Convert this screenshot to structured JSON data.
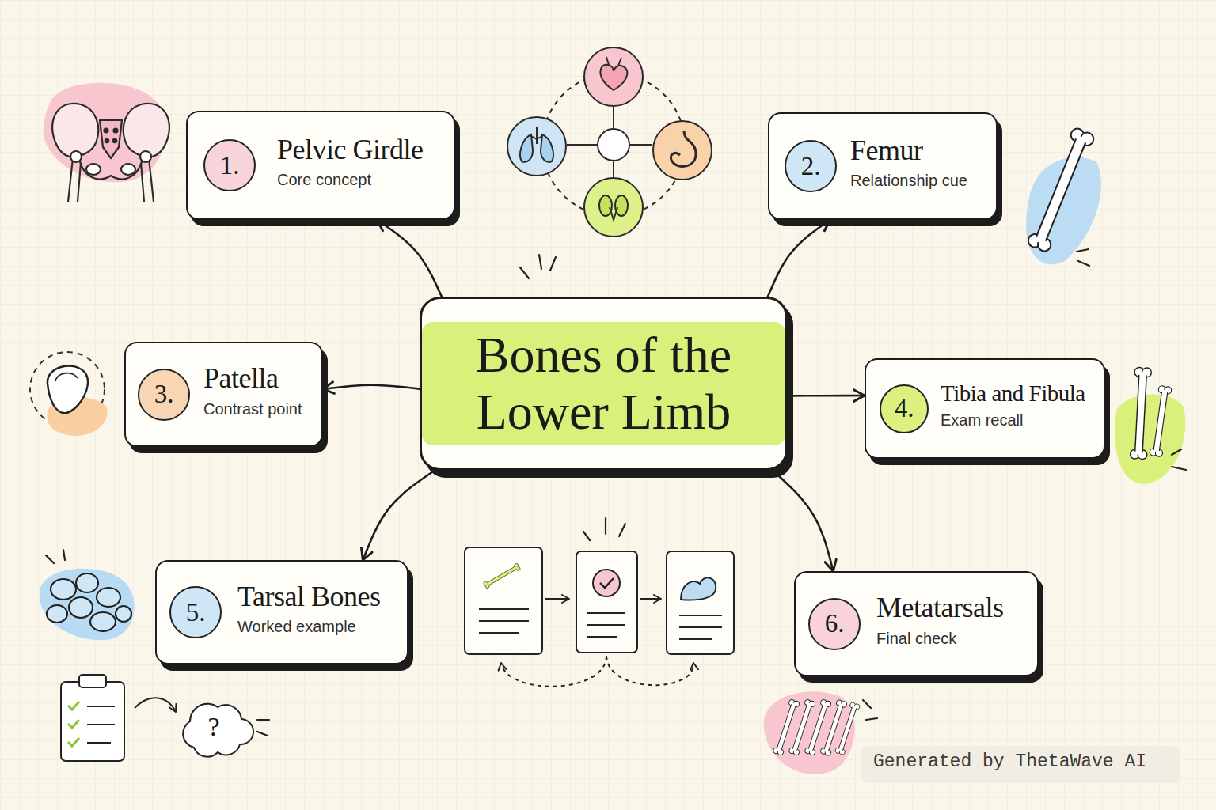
{
  "diagram": {
    "nodes": [
      {
        "text": [
          "Bones of the Lower Limb"
        ]
      },
      {
        "text": [
          "Pelvic Girdle",
          "Core concept"
        ]
      },
      {
        "text": [
          "1."
        ],
        "in": 1
      },
      {
        "text": [
          "Femur",
          "Relationship cue"
        ]
      },
      {
        "text": [
          "2."
        ],
        "in": 3
      },
      {
        "text": [
          "Patella",
          "Contrast point"
        ]
      },
      {
        "text": [
          "3."
        ],
        "in": 5
      },
      {
        "text": [
          "Tibia and Fibula",
          "Exam recall"
        ]
      },
      {
        "text": [
          "4."
        ],
        "in": 7
      },
      {
        "text": [
          "Tarsal Bones",
          "Worked example"
        ]
      },
      {
        "text": [
          "5."
        ],
        "in": 9
      },
      {
        "text": [
          "Metatarsals",
          "Final check"
        ]
      },
      {
        "text": [
          "6."
        ],
        "in": 11
      }
    ],
    "edges": [
      {
        "from": 0,
        "to": 1,
        "arrow": "to"
      },
      {
        "from": 0,
        "to": 3,
        "arrow": "to"
      },
      {
        "from": 0,
        "to": 5,
        "arrow": "to"
      },
      {
        "from": 0,
        "to": 7,
        "arrow": "to"
      },
      {
        "from": 0,
        "to": 9,
        "arrow": "to"
      },
      {
        "from": 0,
        "to": 11,
        "arrow": "to"
      }
    ],
    "labels": [
      "?",
      "Generated by ThetaWave AI"
    ]
  }
}
